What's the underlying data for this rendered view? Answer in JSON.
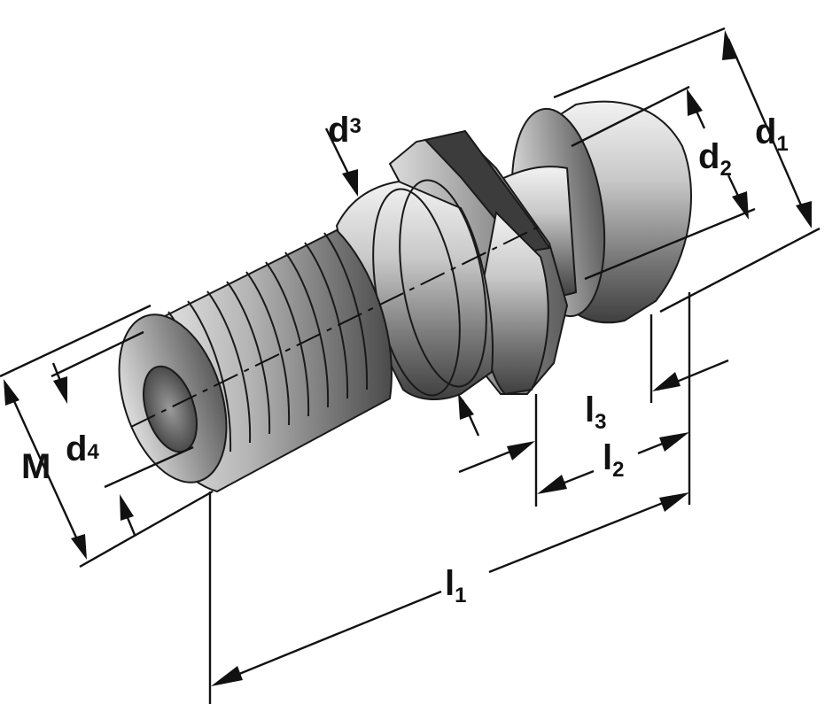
{
  "labels": {
    "d1": {
      "main": "d",
      "sub": "1"
    },
    "d2": {
      "main": "d",
      "sub": "2"
    },
    "d3": {
      "main": "d",
      "sub": "3"
    },
    "d4": {
      "main": "d",
      "sub": "4"
    },
    "M": "M",
    "l1": {
      "main": "l",
      "sub": "1"
    },
    "l2": {
      "main": "l",
      "sub": "2"
    },
    "l3": {
      "main": "l",
      "sub": "3"
    }
  }
}
